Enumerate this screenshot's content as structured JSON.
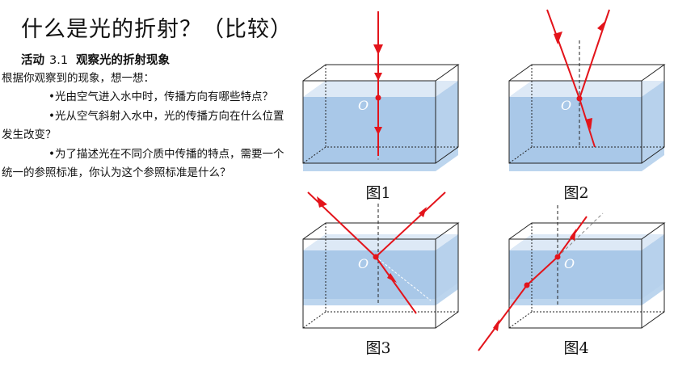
{
  "title": "什么是光的折射？（比较）",
  "activity": {
    "label": "活动",
    "number": "3.1",
    "name": "观察光的折射现象"
  },
  "intro": "根据你观察到的现象，想一想：",
  "questions": [
    "•光由空气进入水中时，传播方向有哪些特点？",
    "•光从空气斜射入水中，光的传播方向在什么位置发生改变？",
    "•为了描述光在不同介质中传播的特点，需要一个统一的参照标准，你认为这个参照标准是什么？"
  ],
  "figures": [
    {
      "caption": "图1",
      "point_label": "O"
    },
    {
      "caption": "图2",
      "point_label": "O"
    },
    {
      "caption": "图3",
      "point_label": "O"
    },
    {
      "caption": "图4",
      "point_label": "O"
    }
  ],
  "colors": {
    "ray": "#e3141b",
    "water": "#a9c8e8",
    "water_face": "#bcd5ee",
    "outline": "#222222"
  }
}
